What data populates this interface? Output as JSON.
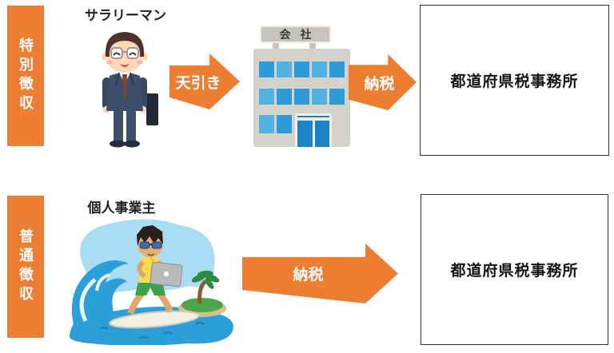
{
  "palette": {
    "arrow_orange": "#ED7D31",
    "box_border": "#2f2f2f",
    "window_blue": "#2B9CD8"
  },
  "illustrations": {
    "special_actor": "salaryman-office-worker-illustration",
    "company": "office-building-illustration",
    "ordinary_actor": "freelancer-surfing-with-laptop-illustration"
  },
  "rows": {
    "special": {
      "category": "特別徴収",
      "actor": "サラリーマン",
      "deduction_arrow": "天引き",
      "company_sign": "会社",
      "tax_arrow": "納税",
      "destination": "都道府県税事務所"
    },
    "ordinary": {
      "category": "普通徴収",
      "actor": "個人事業主",
      "tax_arrow": "納税",
      "destination": "都道府県税事務所"
    }
  }
}
